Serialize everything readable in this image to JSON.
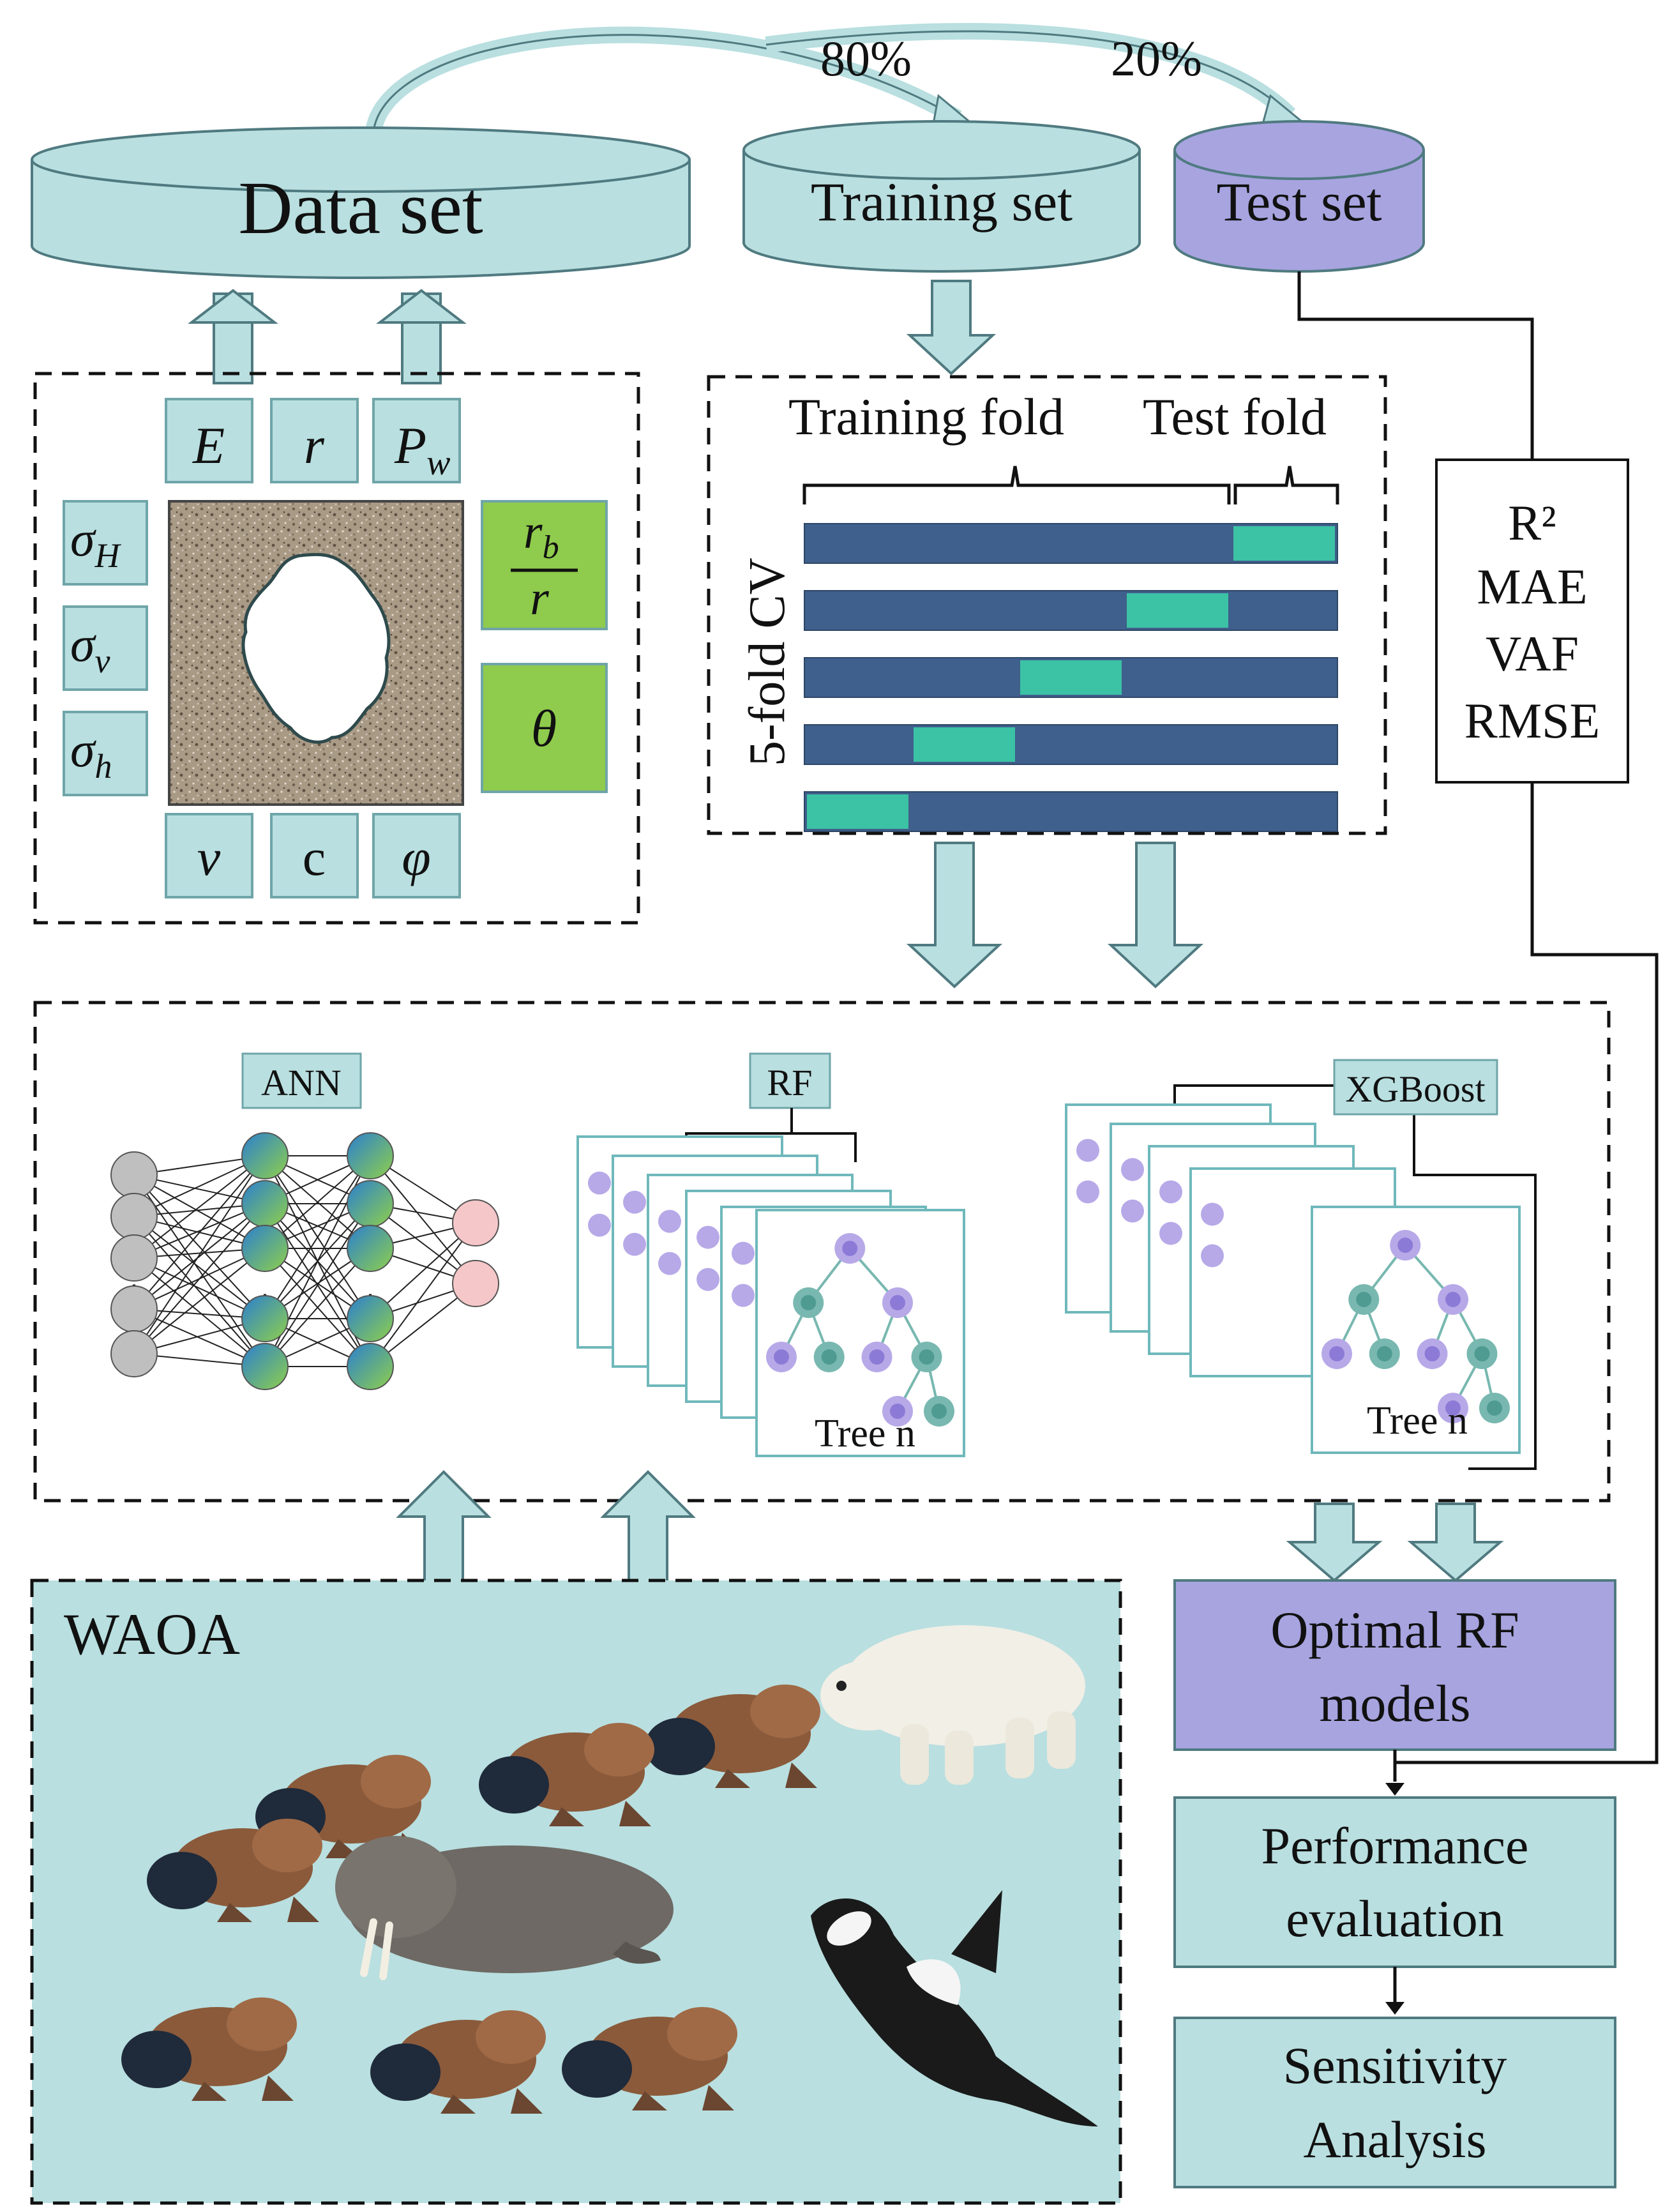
{
  "split": {
    "train_pct": "80%",
    "test_pct": "20%"
  },
  "datasets": {
    "data_set": "Data set",
    "training_set": "Training set",
    "test_set": "Test set"
  },
  "inputs": {
    "top": [
      "E",
      "r",
      "P",
      "w"
    ],
    "left": [
      "σ",
      "H",
      "σ",
      "v",
      "σ",
      "h"
    ],
    "bottom": [
      "v",
      "c",
      "φ"
    ],
    "ratio_num": "r",
    "ratio_num_sub": "b",
    "ratio_den": "r",
    "angle": "θ"
  },
  "cv": {
    "label": "5-fold CV",
    "training_fold": "Training fold",
    "test_fold": "Test fold",
    "folds": 5
  },
  "metrics": [
    "R²",
    "MAE",
    "VAF",
    "RMSE"
  ],
  "models": {
    "ann": "ANN",
    "rf": "RF",
    "xgboost": "XGBoost",
    "tree_label_rf": "Tree n",
    "tree_label_xgb": "Tree n"
  },
  "waoa": {
    "label": "WAOA"
  },
  "pipeline": {
    "optimal_line1": "Optimal RF",
    "optimal_line2": "models",
    "perf_line1": "Performance",
    "perf_line2": "evaluation",
    "sens_line1": "Sensitivity",
    "sens_line2": "Analysis"
  },
  "colors": {
    "teal": "#b9dfe0",
    "purple": "#a7a4e0",
    "green": "#8fcb4c",
    "navy": "#3f5f8c",
    "fold_green": "#3cc2a4",
    "sea": "#b9dfe0"
  }
}
